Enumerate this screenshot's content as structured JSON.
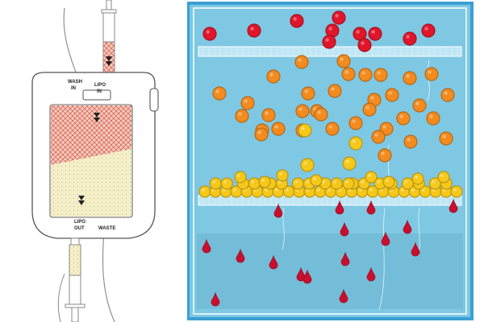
{
  "labels": {
    "wash_in": [
      "WASH",
      "IN"
    ],
    "lipo_in": [
      "LIPO",
      "IN"
    ],
    "lipo_out": [
      "LIPO",
      "OUT"
    ],
    "waste": "WASTE"
  },
  "colors": {
    "chamber_water": "#7ec8e3",
    "chamber_frame": "#3aa0d2",
    "filter": "#bfe6f4",
    "red_cell": "#e0162b",
    "orange_particle": "#f38b1e",
    "fat_globule": "#f6c81a",
    "drop": "#c8102e",
    "lipo_mix": "#e79a8c",
    "clean_fat": "#f3efc0"
  },
  "icons": [
    "syringe-icon",
    "filter-bag-icon",
    "down-arrow-icon",
    "blood-drop-icon"
  ]
}
